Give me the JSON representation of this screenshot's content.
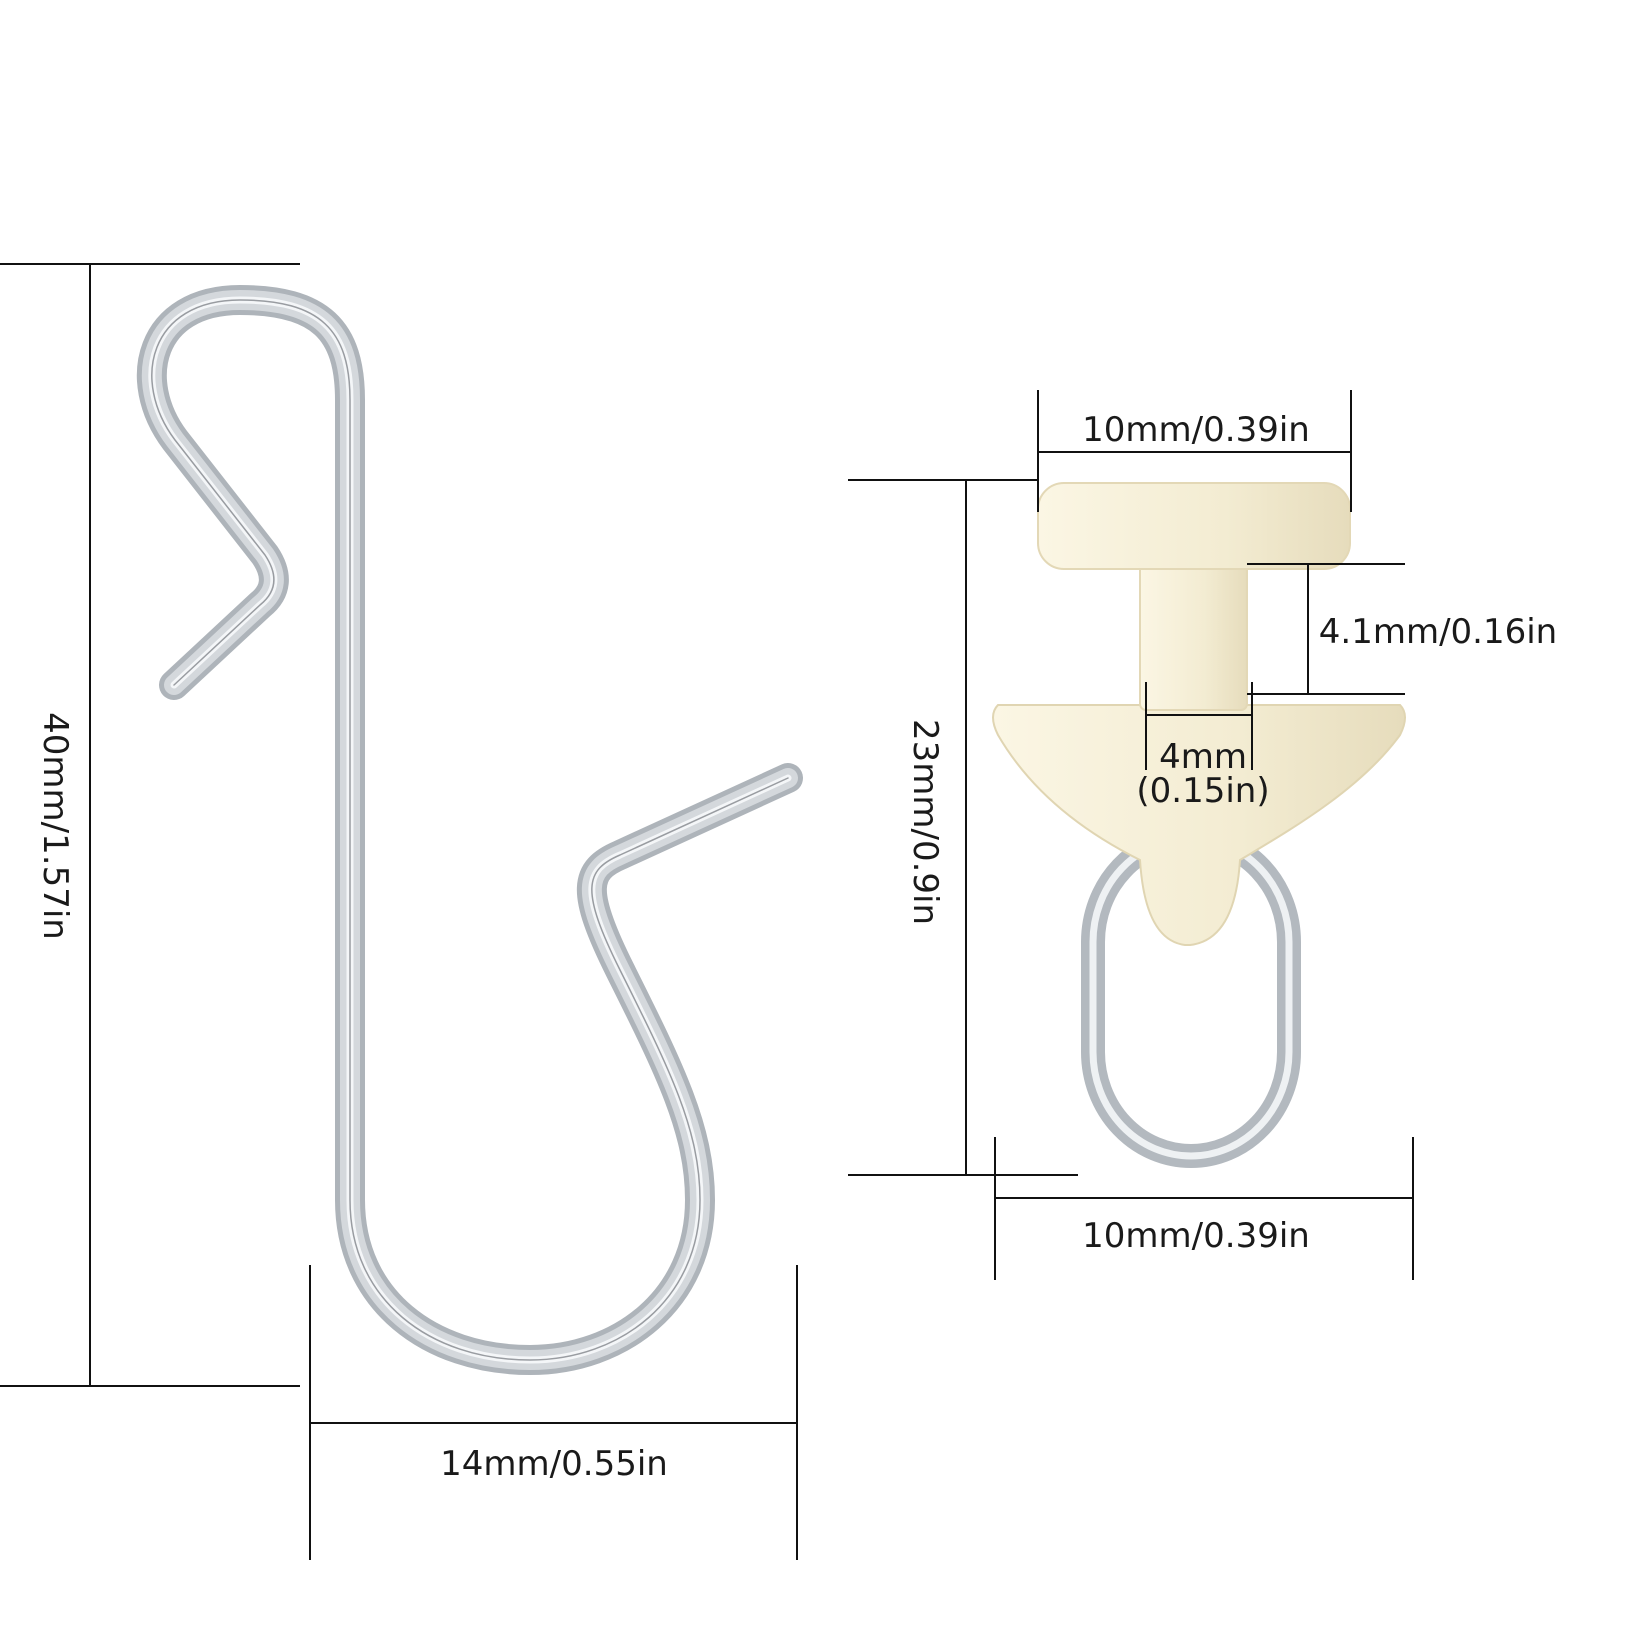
{
  "colors": {
    "background": "#ffffff",
    "dimension_line": "#111111",
    "text": "#1a1a1a",
    "metal": "#b9bec4",
    "metal_highlight": "#f2f4f6",
    "plastic": "#f3ecd2",
    "plastic_shadow": "#e4d9b6"
  },
  "s_hook": {
    "height_label": "40mm/1.57in",
    "width_label": "14mm/0.55in"
  },
  "glider": {
    "top_width_label": "10mm/0.39in",
    "height_label": "23mm/0.9in",
    "stem_height_label": "4.1mm/0.16in",
    "stem_width_label_mm": "4mm",
    "stem_width_label_in": "(0.15in)",
    "bottom_width_label": "10mm/0.39in"
  }
}
